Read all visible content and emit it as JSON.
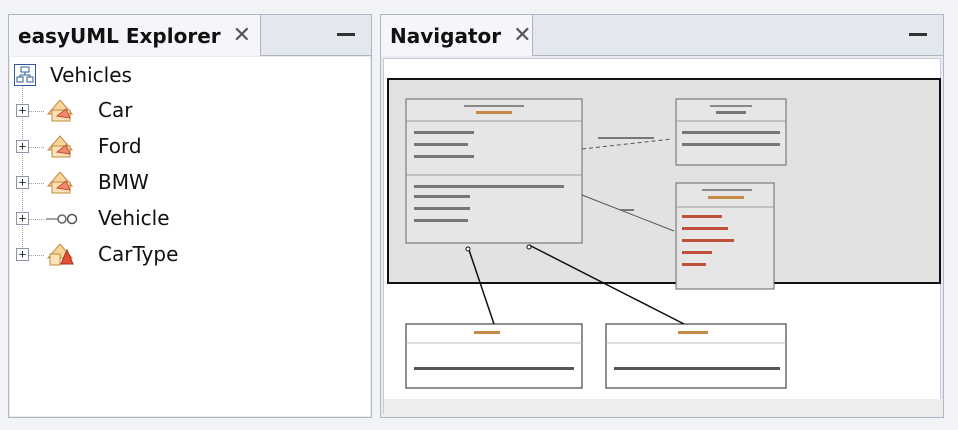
{
  "explorer": {
    "tab_title": "easyUML Explorer",
    "tab_close": "✕",
    "root": {
      "label": "Vehicles",
      "icon": "package-diagram-icon"
    },
    "items": [
      {
        "label": "Car",
        "icon": "class-icon",
        "expander": "+"
      },
      {
        "label": "Ford",
        "icon": "class-icon",
        "expander": "+"
      },
      {
        "label": "BMW",
        "icon": "class-icon",
        "expander": "+"
      },
      {
        "label": "Vehicle",
        "icon": "interface-icon",
        "expander": "+"
      },
      {
        "label": "CarType",
        "icon": "enum-icon",
        "expander": "+"
      }
    ]
  },
  "navigator": {
    "tab_title": "Navigator",
    "tab_close": "✕"
  }
}
